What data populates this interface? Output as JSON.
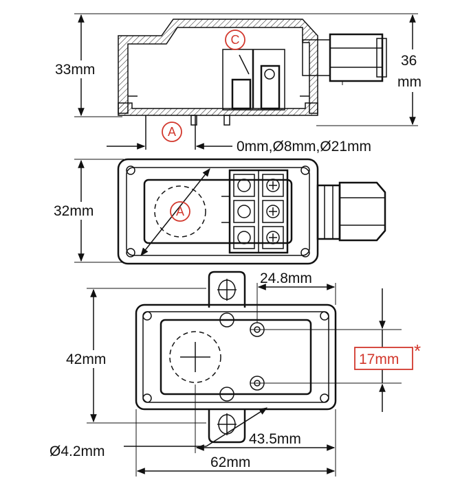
{
  "views": {
    "side": {
      "height_label": "33mm",
      "gland_height_label_line1": "36",
      "gland_height_label_line2": "mm",
      "hole_options_label": "0mm,Ø8mm,Ø21mm",
      "marker_a": "A",
      "marker_c": "C"
    },
    "top": {
      "width_label": "32mm",
      "marker_a": "A"
    },
    "bottom": {
      "height_label": "42mm",
      "terminal_spacing_label": "24.8mm",
      "terminal_pitch_label": "17mm",
      "terminal_pitch_note": "*",
      "mount_hole_label": "Ø4.2mm",
      "mount_spacing_label": "43.5mm",
      "overall_width_label": "62mm"
    }
  },
  "colors": {
    "accent_red": "#d2372c",
    "line": "#111111"
  }
}
